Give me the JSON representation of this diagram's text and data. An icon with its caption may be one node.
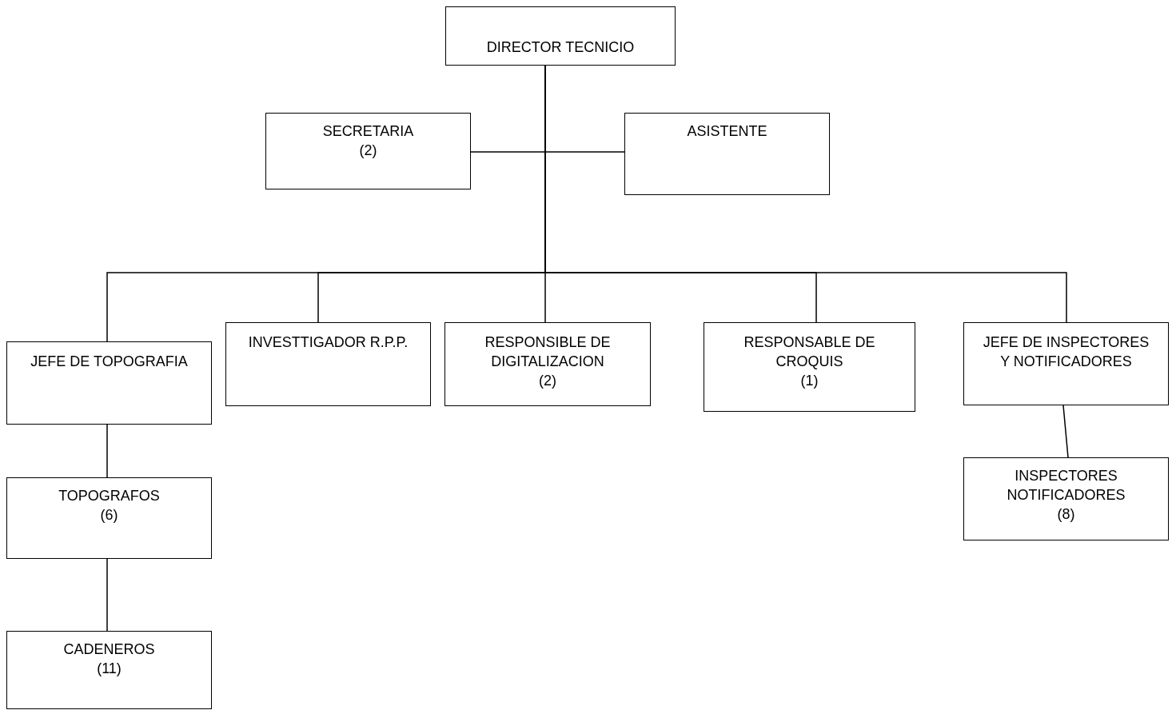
{
  "diagram": {
    "nodes": [
      {
        "text": [
          "DIRECTOR TECNICIO"
        ]
      },
      {
        "text": [
          "SECRETARIA",
          "(2)"
        ]
      },
      {
        "text": [
          "ASISTENTE"
        ]
      },
      {
        "text": [
          "JEFE DE TOPOGRAFIA"
        ]
      },
      {
        "text": [
          "INVESTTIGADOR R.P.P."
        ]
      },
      {
        "text": [
          "RESPONSIBLE DE DIGITALIZACION",
          "(2)"
        ]
      },
      {
        "text": [
          "RESPONSABLE DE CROQUIS",
          "(1)"
        ]
      },
      {
        "text": [
          "JEFE DE INSPECTORES Y NOTIFICADORES"
        ]
      },
      {
        "text": [
          "TOPOGRAFOS",
          "(6)"
        ]
      },
      {
        "text": [
          "INSPECTORES NOTIFICADORES",
          "(8)"
        ]
      },
      {
        "text": [
          "CADENEROS",
          "(11)"
        ]
      }
    ],
    "edges": [
      {
        "from": 0,
        "to": 1,
        "arrow": "none"
      },
      {
        "from": 0,
        "to": 2,
        "arrow": "none"
      },
      {
        "from": 0,
        "to": 3,
        "arrow": "none"
      },
      {
        "from": 0,
        "to": 4,
        "arrow": "none"
      },
      {
        "from": 0,
        "to": 5,
        "arrow": "none"
      },
      {
        "from": 0,
        "to": 6,
        "arrow": "none"
      },
      {
        "from": 0,
        "to": 7,
        "arrow": "none"
      },
      {
        "from": 3,
        "to": 8,
        "arrow": "none"
      },
      {
        "from": 8,
        "to": 10,
        "arrow": "none"
      },
      {
        "from": 7,
        "to": 9,
        "arrow": "none"
      }
    ]
  }
}
